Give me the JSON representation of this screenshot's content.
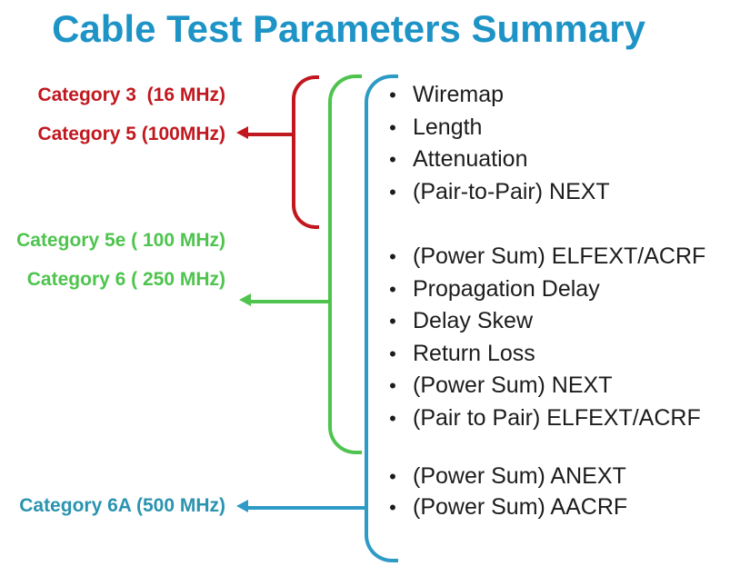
{
  "title": "Cable Test Parameters Summary",
  "colors": {
    "title": "#1e93c6",
    "red": "#c1181f",
    "green": "#4ec44e",
    "teal_text": "#2a93b0",
    "blue": "#2e9ac6",
    "list_text": "#1c1c1c"
  },
  "bullet_char": "•",
  "categories": [
    {
      "label": "Category 3  (16 MHz)"
    },
    {
      "label": "Category 5 (100MHz)"
    },
    {
      "label": "Category 5e ( 100 MHz)"
    },
    {
      "label": "Category 6 ( 250 MHz)"
    },
    {
      "label": "Category 6A (500 MHz)"
    }
  ],
  "parameter_groups": [
    {
      "items": [
        "Wiremap",
        "Length",
        "Attenuation",
        "(Pair-to-Pair) NEXT"
      ]
    },
    {
      "items": [
        "(Power Sum) ELFEXT/ACRF",
        "Propagation Delay",
        "Delay Skew",
        "Return Loss",
        "(Power Sum) NEXT",
        "(Pair to Pair) ELFEXT/ACRF"
      ]
    },
    {
      "items": [
        "(Power Sum) ANEXT",
        "(Power Sum) AACRF"
      ]
    }
  ]
}
